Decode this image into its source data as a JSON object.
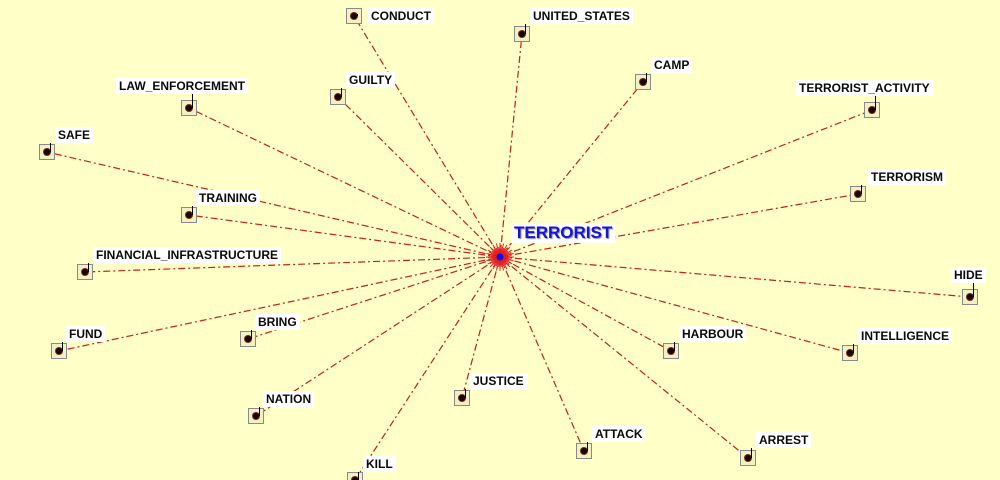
{
  "graph": {
    "center": {
      "label": "TERRORIST"
    },
    "nodes": [
      {
        "id": "conduct",
        "label": "CONDUCT"
      },
      {
        "id": "united_states",
        "label": "UNITED_STATES"
      },
      {
        "id": "camp",
        "label": "CAMP"
      },
      {
        "id": "terrorist_activity",
        "label": "TERRORIST_ACTIVITY"
      },
      {
        "id": "law_enforcement",
        "label": "LAW_ENFORCEMENT"
      },
      {
        "id": "guilty",
        "label": "GUILTY"
      },
      {
        "id": "safe",
        "label": "SAFE"
      },
      {
        "id": "training",
        "label": "TRAINING"
      },
      {
        "id": "terrorism",
        "label": "TERRORISM"
      },
      {
        "id": "financial_infrastructure",
        "label": "FINANCIAL_INFRASTRUCTURE"
      },
      {
        "id": "hide",
        "label": "HIDE"
      },
      {
        "id": "fund",
        "label": "FUND"
      },
      {
        "id": "bring",
        "label": "BRING"
      },
      {
        "id": "harbour",
        "label": "HARBOUR"
      },
      {
        "id": "intelligence",
        "label": "INTELLIGENCE"
      },
      {
        "id": "nation",
        "label": "NATION"
      },
      {
        "id": "justice",
        "label": "JUSTICE"
      },
      {
        "id": "attack",
        "label": "ATTACK"
      },
      {
        "id": "arrest",
        "label": "ARREST"
      },
      {
        "id": "kill",
        "label": "KILL"
      }
    ]
  },
  "colors": {
    "background": "#ffffc8",
    "edge": "#c81e1e",
    "center_text": "#1414d2",
    "hub_spikes": "#e02020",
    "hub_dot": "#1010e0"
  }
}
